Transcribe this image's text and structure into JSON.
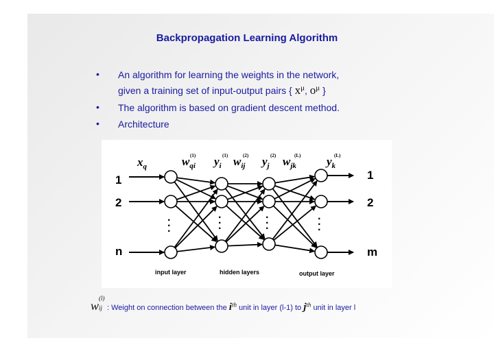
{
  "slide": {
    "title": "Backpropagation Learning Algorithm",
    "bullet_symbol": "•",
    "bullets": [
      {
        "line1": "An algorithm for learning the weights in the network,",
        "line2_prefix": "given a training set of input-output pairs {",
        "math_x": "x",
        "math_mu": "μ",
        "math_comma": ",",
        "math_o": "o",
        "line2_suffix": "}"
      },
      {
        "text": "The algorithm is based on gradient descent method."
      },
      {
        "text": "Architecture"
      }
    ]
  },
  "diagram": {
    "input_labels": [
      "1",
      "2",
      "n"
    ],
    "output_labels": [
      "1",
      "2",
      "m"
    ],
    "ellipsis": "·",
    "top_labels": {
      "xq_main": "x",
      "xq_sub": "q",
      "w1_main": "w",
      "w1_sup": "(1)",
      "w1_sub": "qi",
      "y1_main": "y",
      "y1_sup": "(1)",
      "y1_sub": "i",
      "w2_main": "w",
      "w2_sup": "(2)",
      "w2_sub": "ij",
      "y2_main": "y",
      "y2_sup": "(2)",
      "y2_sub": "j",
      "wL_main": "w",
      "wL_sup": "(L)",
      "wL_sub": "jk",
      "yL_main": "y",
      "yL_sup": "(L)",
      "yL_sub": "k"
    },
    "layer_labels": {
      "input": "input layer",
      "hidden": "hidden layers",
      "output": "output layer"
    }
  },
  "footer": {
    "w_main": "w",
    "w_sup": "(l)",
    "w_sub": "ij",
    "text1": ": Weight on connection between the",
    "i_main": "i",
    "th1": "th",
    "text2": "unit in layer (l-1) to",
    "j_main": "j",
    "th2": "th",
    "text3": "unit in layer l"
  }
}
